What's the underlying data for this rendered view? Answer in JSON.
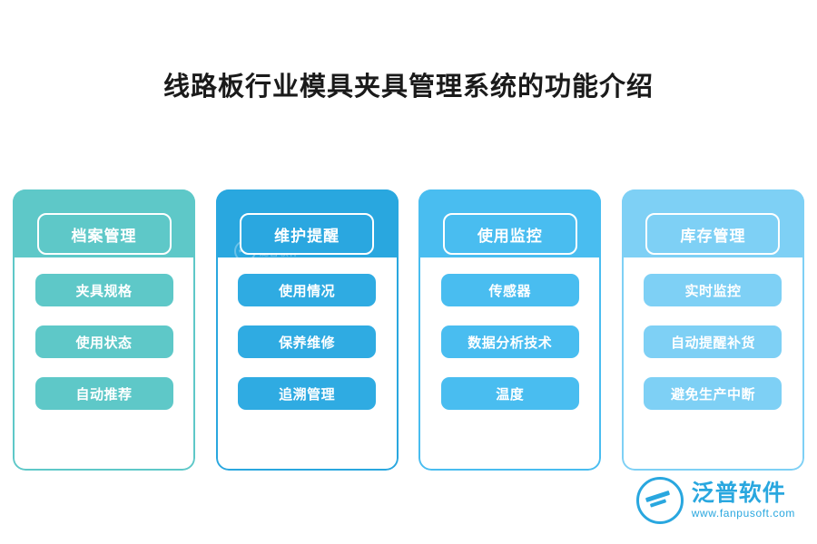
{
  "page": {
    "title": "线路板行业模具夹具管理系统的功能介绍",
    "background": "#ffffff"
  },
  "columns": [
    {
      "id": "archive",
      "header": "档案管理",
      "header_bg": "#5ec8c8",
      "top_bg": "#5ec8c8",
      "frame_border": "#5ec8c8",
      "item_bg": "#5ec8c8",
      "items": [
        "夹具规格",
        "使用状态",
        "自动推荐"
      ],
      "watermark": false
    },
    {
      "id": "maintenance",
      "header": "维护提醒",
      "header_bg": "#2aa7e0",
      "top_bg": "#29a7df",
      "frame_border": "#29a7df",
      "item_bg": "#2fabe2",
      "items": [
        "使用情况",
        "保养维修",
        "追溯管理"
      ],
      "watermark": true,
      "watermark_text": "泛普软件"
    },
    {
      "id": "usage-monitor",
      "header": "使用监控",
      "header_bg": "#49bdf0",
      "top_bg": "#49bdf0",
      "frame_border": "#49bdf0",
      "item_bg": "#49bdf0",
      "items": [
        "传感器",
        "数据分析技术",
        "温度"
      ],
      "watermark": false
    },
    {
      "id": "inventory",
      "header": "库存管理",
      "header_bg": "#7ed0f5",
      "top_bg": "#7ed0f5",
      "frame_border": "#7ed0f5",
      "item_bg": "#7ed0f5",
      "items": [
        "实时监控",
        "自动提醒补货",
        "避免生产中断"
      ],
      "watermark": false
    }
  ],
  "brand": {
    "name": "泛普软件",
    "url": "www.fanpusoft.com",
    "color": "#29a7df",
    "icon": "fanpu-logo-icon"
  }
}
